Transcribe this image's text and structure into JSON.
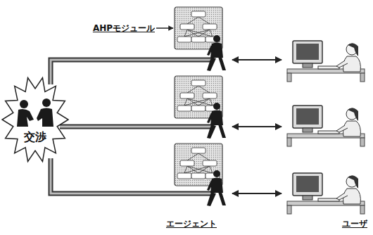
{
  "diagram": {
    "nodes": [
      {
        "text": [
          "交渉"
        ]
      }
    ],
    "labels": [
      "AHPモジュール",
      "エージェント",
      "ユーザ"
    ]
  }
}
